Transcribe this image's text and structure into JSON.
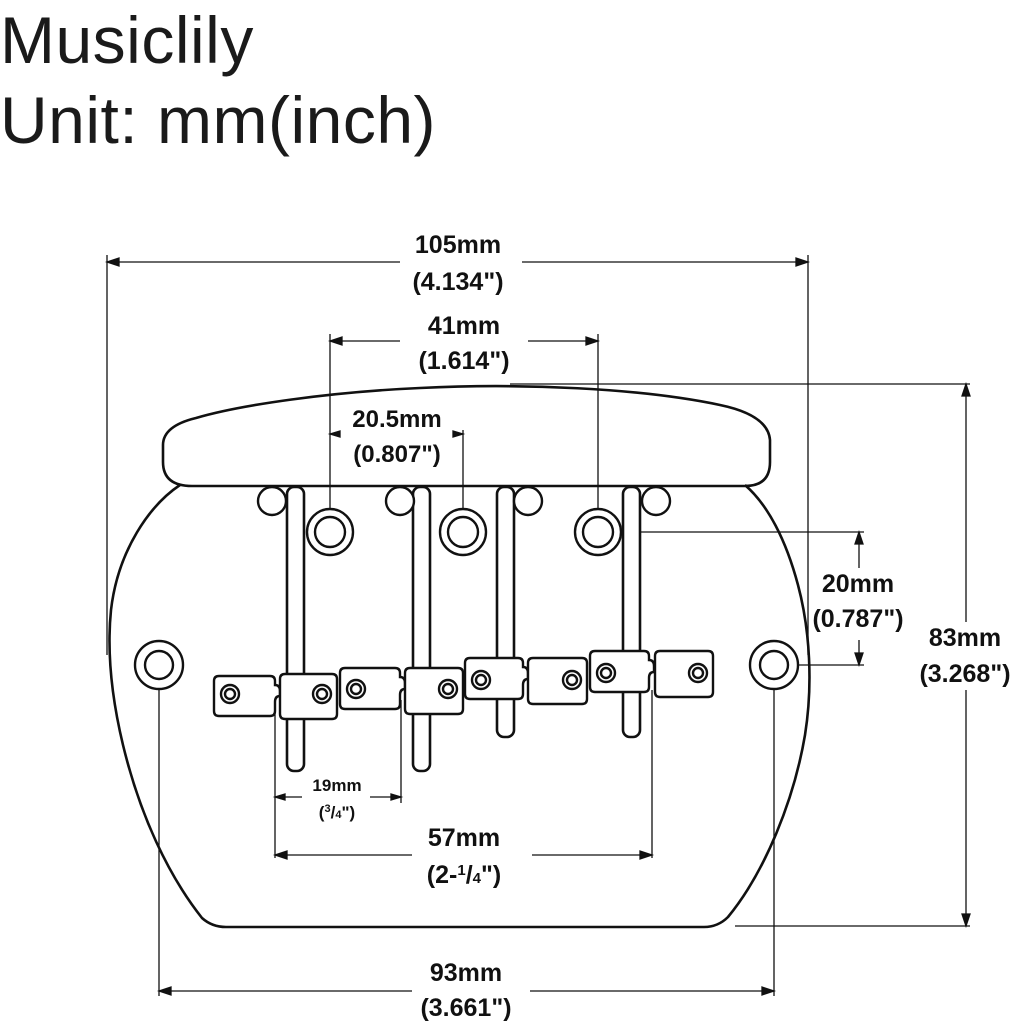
{
  "header": {
    "brand": "Musiclily",
    "unit_label": "Unit: mm(inch)"
  },
  "colors": {
    "outline": "#111111",
    "background": "#ffffff"
  },
  "dimensions": {
    "overall_width": {
      "mm": "105mm",
      "inch": "(4.134\")"
    },
    "outer_string_spacing": {
      "mm": "41mm",
      "inch": "(1.614\")"
    },
    "half_spacing": {
      "mm": "20.5mm",
      "inch": "(0.807\")"
    },
    "screw_offset": {
      "mm": "20mm",
      "inch": "(0.787\")"
    },
    "overall_height": {
      "mm": "83mm",
      "inch": "(3.268\")"
    },
    "string_pitch": {
      "mm": "19mm",
      "inch_open": "(",
      "inch_num": "3",
      "inch_slash": "/",
      "inch_den": "4",
      "inch_close": "\")"
    },
    "string_span": {
      "mm": "57mm",
      "inch_open": "(2-",
      "inch_num": "1",
      "inch_slash": "/",
      "inch_den": "4",
      "inch_close": "\")"
    },
    "mount_hole_spacing": {
      "mm": "93mm",
      "inch": "(3.661\")"
    }
  }
}
